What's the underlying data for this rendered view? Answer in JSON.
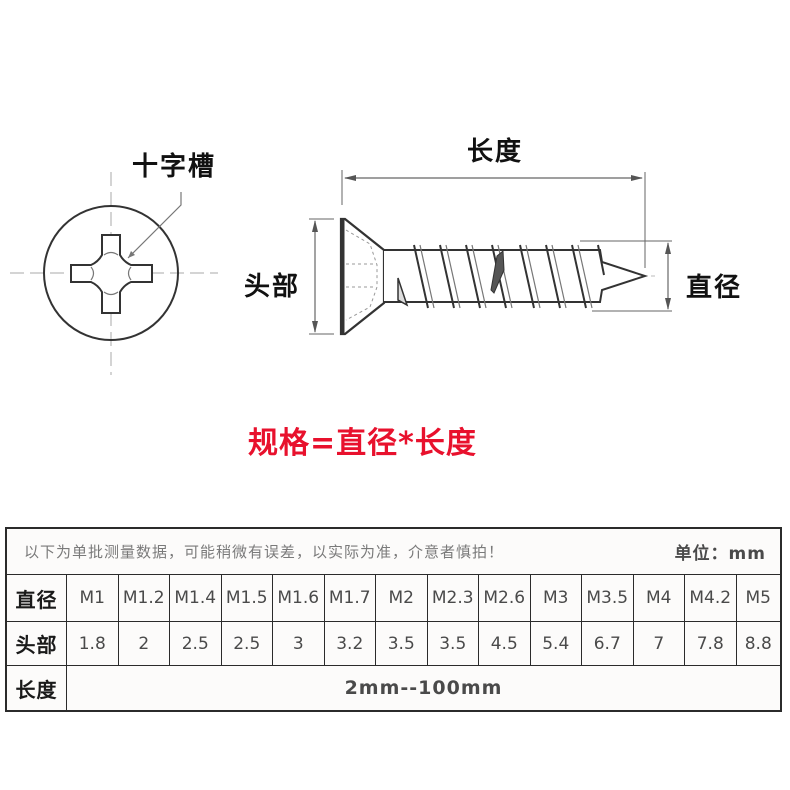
{
  "diagram": {
    "labels": {
      "cross_slot": "十字槽",
      "length": "长度",
      "head": "头部",
      "diameter": "直径"
    },
    "formula": "规格=直径*长度",
    "icons": [
      "phillips-head-top-view-icon",
      "countersunk-self-tapping-screw-side-view-icon"
    ]
  },
  "table": {
    "note": "以下为单批测量数据，可能稍微有误差，以实际为准，介意者慎拍！",
    "unit": "单位：mm",
    "rows": {
      "diameter": {
        "label": "直径",
        "values": [
          "M1",
          "M1.2",
          "M1.4",
          "M1.5",
          "M1.6",
          "M1.7",
          "M2",
          "M2.3",
          "M2.6",
          "M3",
          "M3.5",
          "M4",
          "M4.2",
          "M5"
        ]
      },
      "head": {
        "label": "头部",
        "values": [
          "1.8",
          "2",
          "2.5",
          "2.5",
          "3",
          "3.2",
          "3.5",
          "3.5",
          "4.5",
          "5.4",
          "6.7",
          "7",
          "7.8",
          "8.8"
        ]
      },
      "length": {
        "label": "长度",
        "value": "2mm--100mm"
      }
    }
  },
  "colors": {
    "formula_red": "#e8112d",
    "border": "#2b2b2b",
    "note_gray": "#7a7a7a"
  }
}
